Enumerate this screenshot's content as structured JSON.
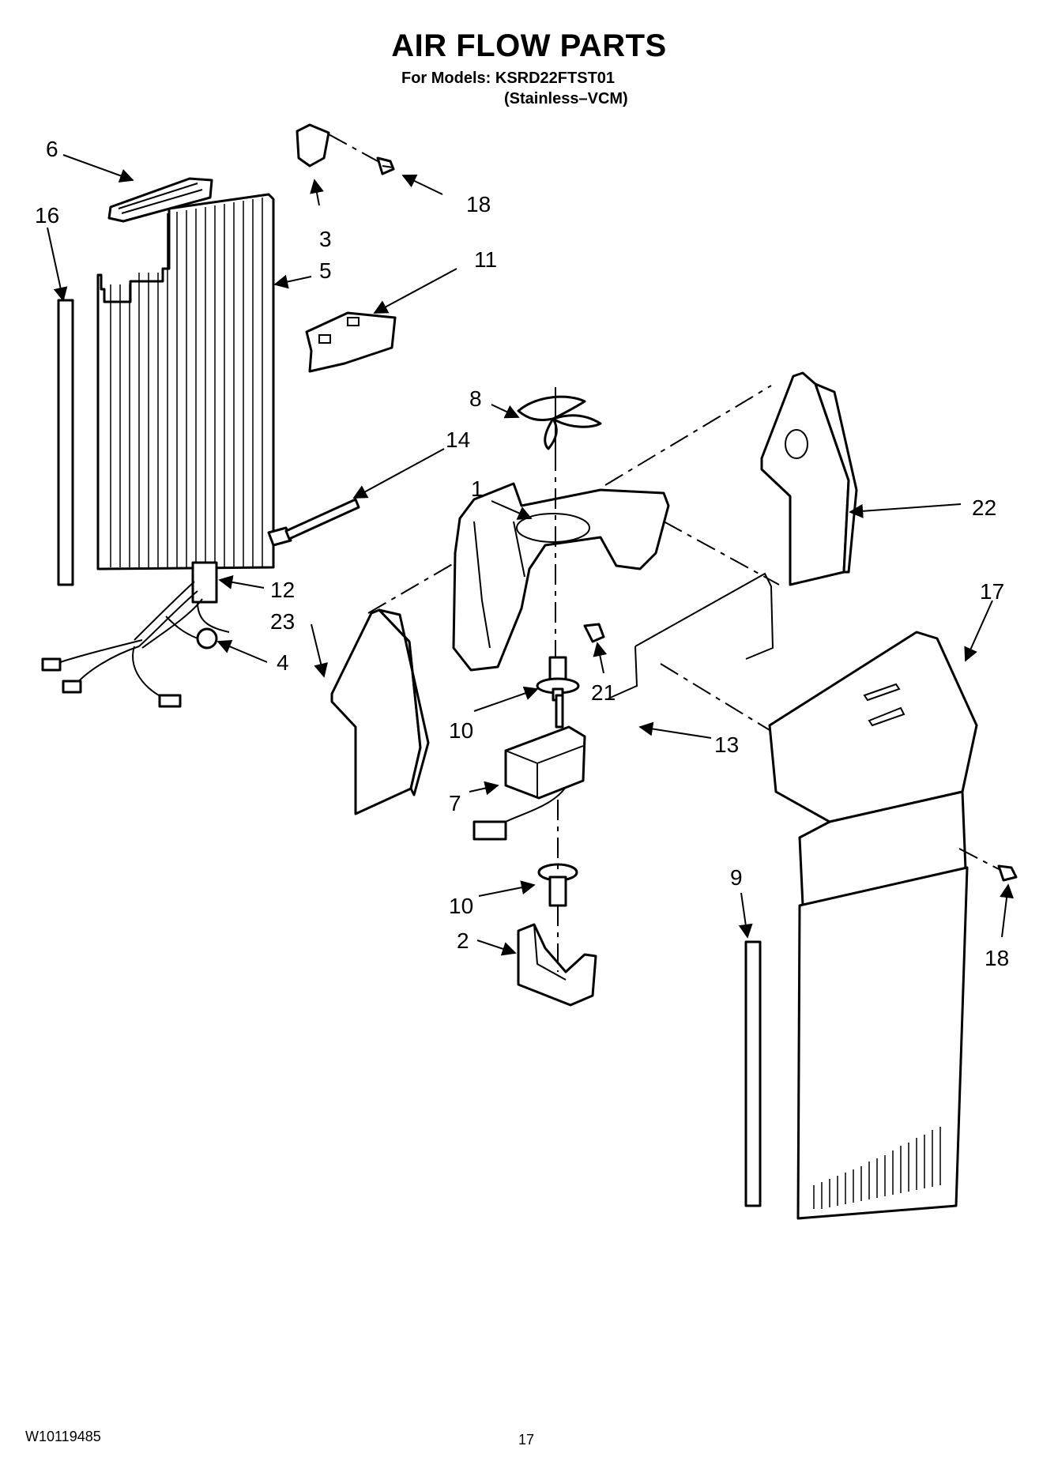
{
  "header": {
    "title": "AIR FLOW PARTS",
    "models_line": "For Models: KSRD22FTST01",
    "variant_line": "(Stainless–VCM)"
  },
  "footer": {
    "doc_number": "W10119485",
    "page_number": "17"
  },
  "callouts": [
    "1",
    "2",
    "3",
    "4",
    "5",
    "6",
    "7",
    "8",
    "9",
    "10",
    "10",
    "11",
    "12",
    "13",
    "14",
    "16",
    "17",
    "18",
    "18",
    "21",
    "22",
    "23"
  ]
}
